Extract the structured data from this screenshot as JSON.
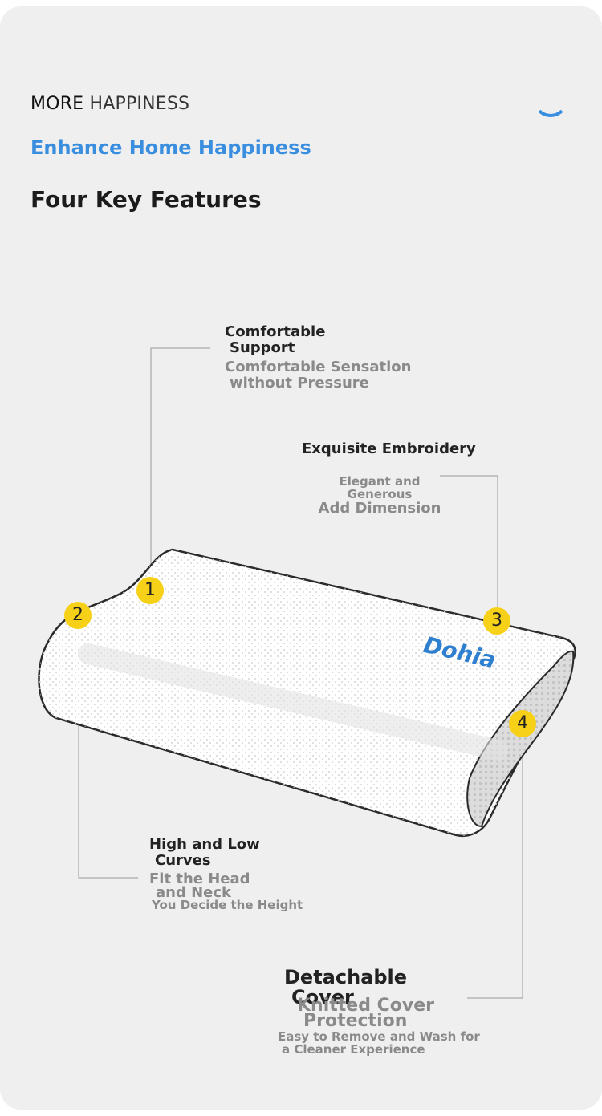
{
  "header": {
    "eyebrow_strong": "MORE",
    "eyebrow_light": "HAPPINESS",
    "subtitle": "Enhance Home Happiness",
    "title": "Four Key Features"
  },
  "brand": {
    "logo_text": "Dohia"
  },
  "features": [
    {
      "number": "1",
      "title_line1": "Comfortable",
      "title_line2": "Support",
      "desc_line1": "Comfortable Sensation",
      "desc_line2": "without Pressure"
    },
    {
      "number": "3",
      "title_line1": "Exquisite Embroidery",
      "desc_line1": "Elegant and",
      "desc_line2": "Generous",
      "desc_line3": "Add Dimension"
    },
    {
      "number": "2",
      "title_line1": "High and Low",
      "title_line2": "Curves",
      "desc_line1": "Fit the Head",
      "desc_line2": "and Neck",
      "desc_line3": "You Decide the Height"
    },
    {
      "number": "4",
      "title_line1": "Detachable",
      "title_line2": "Cover",
      "desc_line1": "Knitted Cover",
      "desc_line2": "Protection",
      "desc_line3": "Easy to Remove and Wash for",
      "desc_line4": "a Cleaner Experience"
    }
  ],
  "colors": {
    "accent": "#3a8ee0",
    "badge": "#f7d018",
    "card_bg": "#efefef"
  }
}
